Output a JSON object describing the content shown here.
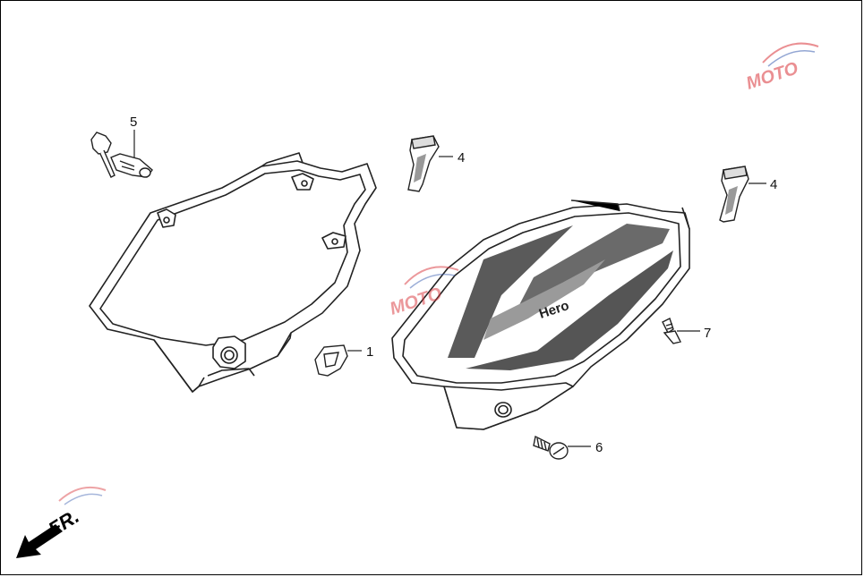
{
  "diagram": {
    "front_direction_label": "FR.",
    "brand_logo_text": "Hero",
    "watermark_text": "MOTO",
    "callouts": [
      {
        "id": "callout-1",
        "number": "1"
      },
      {
        "id": "callout-4a",
        "number": "4"
      },
      {
        "id": "callout-4b",
        "number": "4"
      },
      {
        "id": "callout-5",
        "number": "5"
      },
      {
        "id": "callout-6",
        "number": "6"
      },
      {
        "id": "callout-7",
        "number": "7"
      }
    ],
    "colors": {
      "line": "#222222",
      "stripe_dark": "#555555",
      "stripe_mid": "#8a8a8a",
      "watermark_red": "#d9343a",
      "watermark_blue": "#3b5fb0"
    }
  }
}
